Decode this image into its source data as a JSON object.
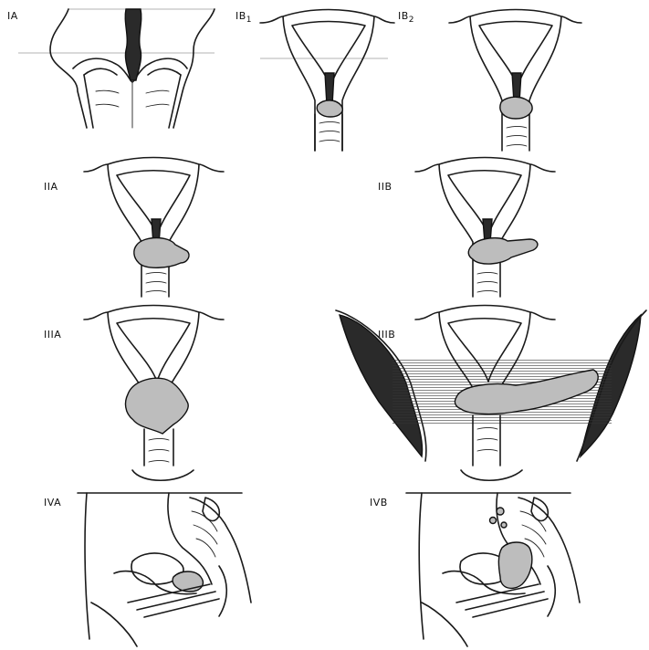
{
  "panels": [
    {
      "id": "IA",
      "label": "IA",
      "sub": ""
    },
    {
      "id": "IB1",
      "label": "IB",
      "sub": "1"
    },
    {
      "id": "IB2",
      "label": "IB",
      "sub": "2"
    },
    {
      "id": "IIA",
      "label": "IIA",
      "sub": ""
    },
    {
      "id": "IIB",
      "label": "IIB",
      "sub": ""
    },
    {
      "id": "IIIA",
      "label": "IIIA",
      "sub": ""
    },
    {
      "id": "IIIB",
      "label": "IIIB",
      "sub": ""
    },
    {
      "id": "IVA",
      "label": "IVA",
      "sub": ""
    },
    {
      "id": "IVB",
      "label": "IVB",
      "sub": ""
    }
  ]
}
